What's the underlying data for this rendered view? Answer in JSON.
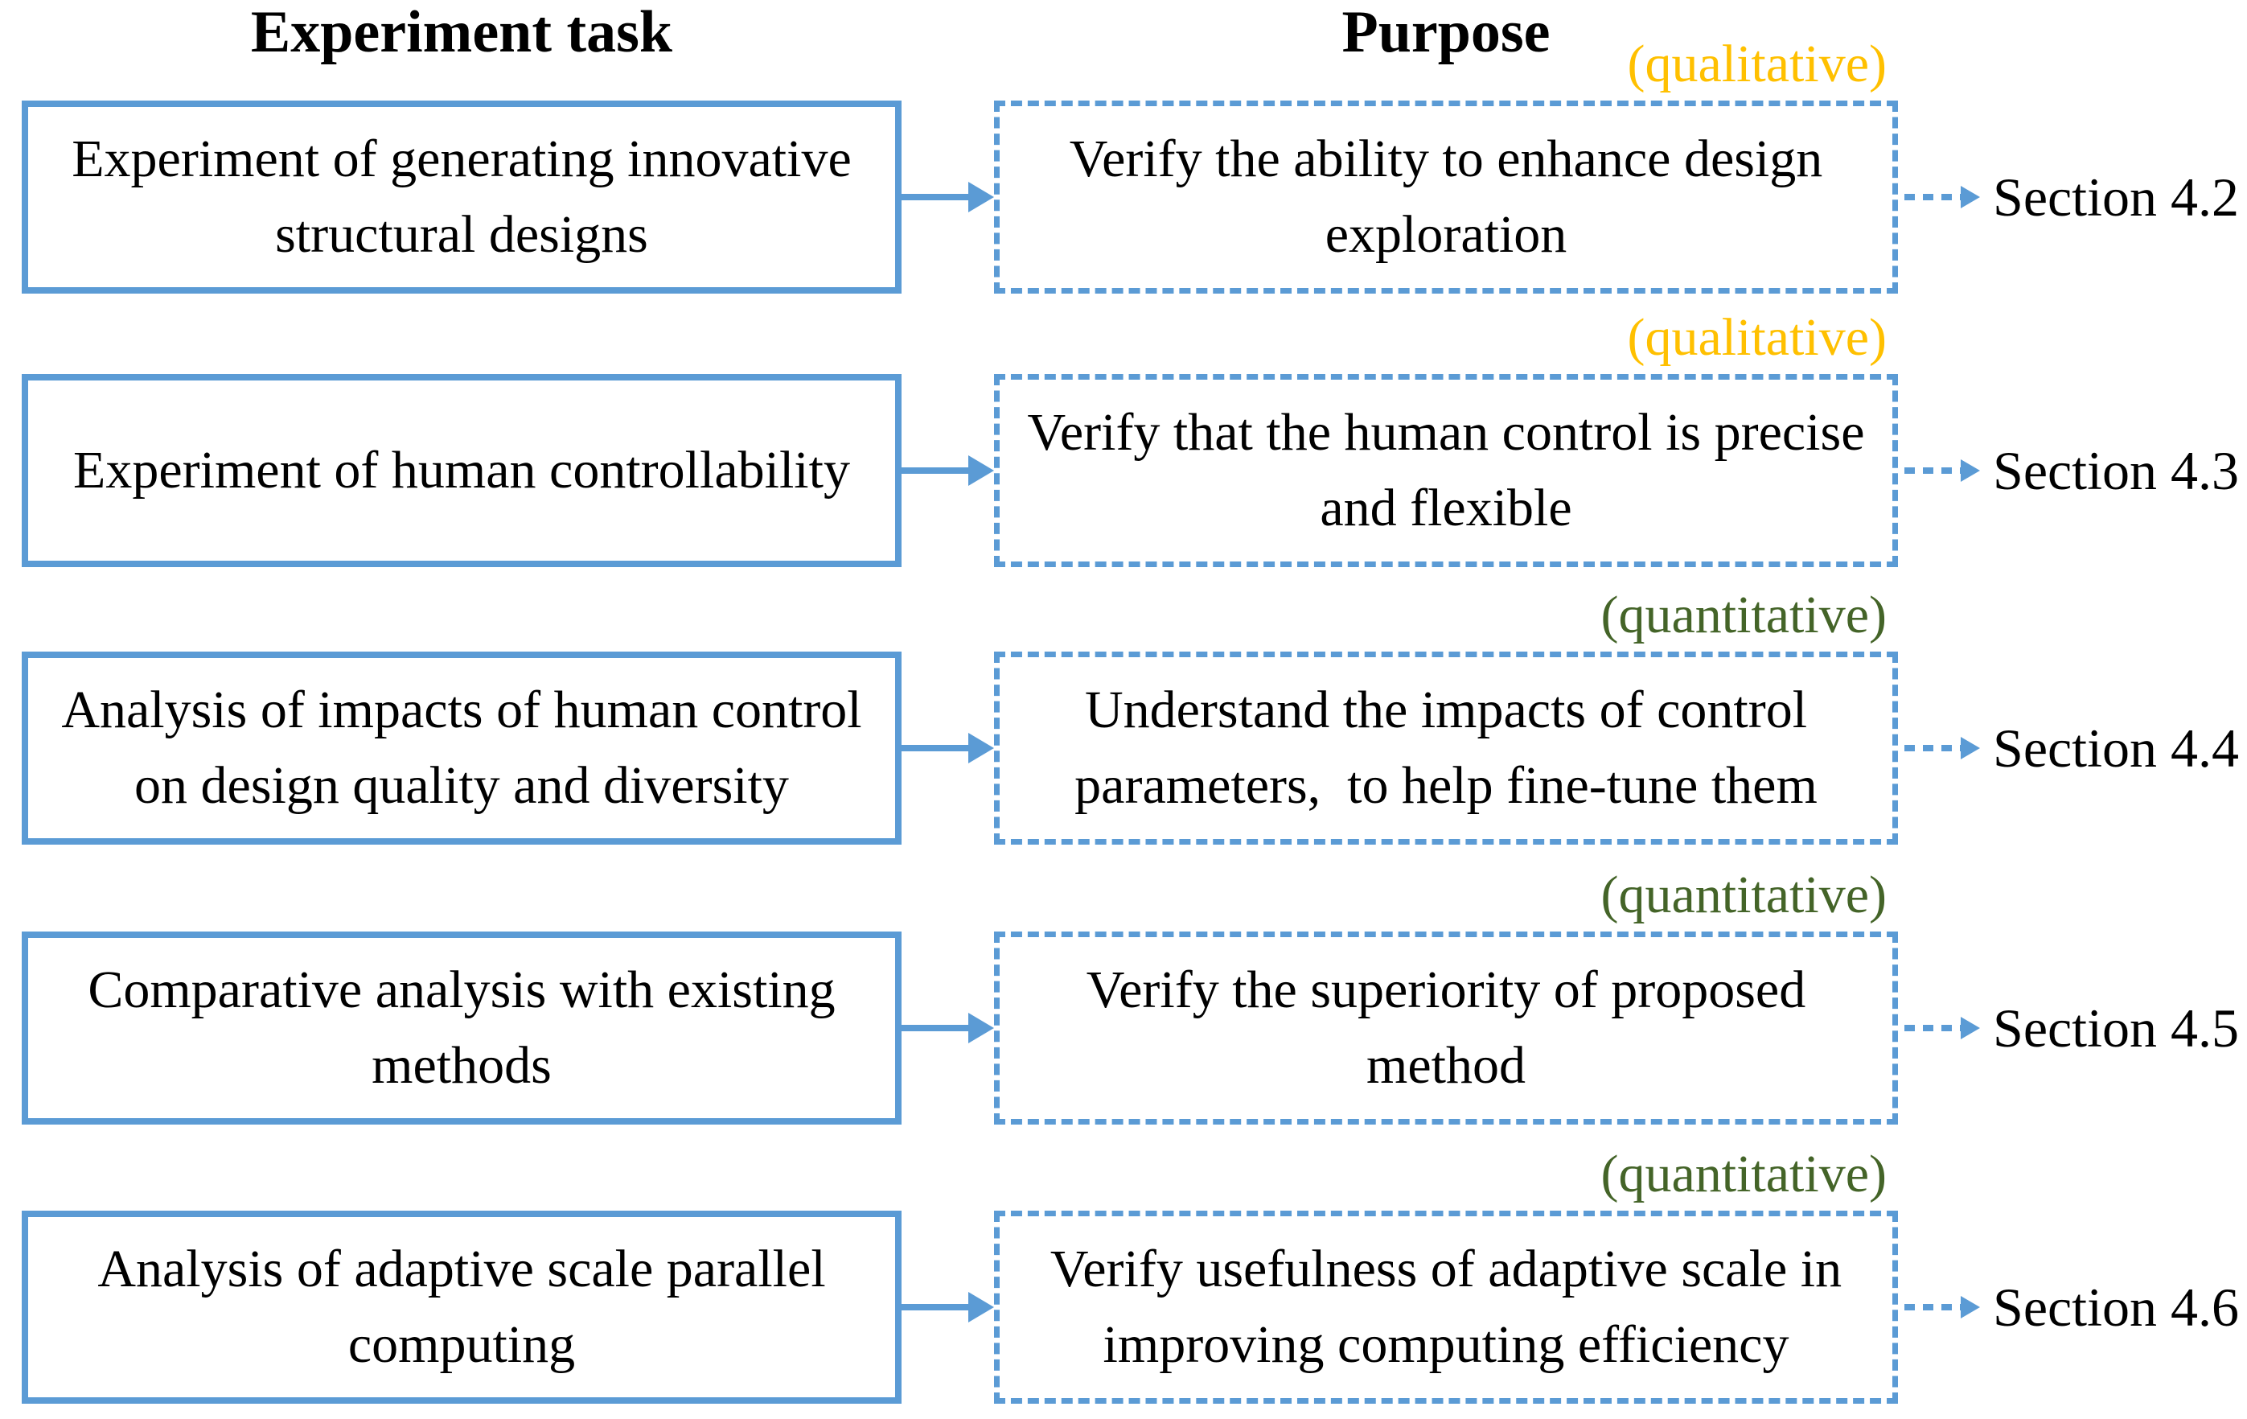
{
  "headers": {
    "task": "Experiment task",
    "purpose": "Purpose"
  },
  "colors": {
    "blue": "#5B9BD5",
    "qualitative": "#FFC000",
    "quantitative": "#446428"
  },
  "rows": [
    {
      "task": "Experiment of generating innovative structural designs",
      "type": "(qualitative)",
      "purpose": "Verify the ability to enhance design exploration",
      "section": "Section 4.2"
    },
    {
      "task": "Experiment of human controllability",
      "type": "(qualitative)",
      "purpose": "Verify that the human control is precise and flexible",
      "section": "Section 4.3"
    },
    {
      "task": "Analysis of impacts of human control on design quality and diversity",
      "type": "(quantitative)",
      "purpose": "Understand the impacts of control parameters,  to help fine-tune them",
      "section": "Section 4.4"
    },
    {
      "task": "Comparative analysis with existing methods",
      "type": "(quantitative)",
      "purpose": "Verify the superiority of proposed method",
      "section": "Section 4.5"
    },
    {
      "task": "Analysis of adaptive scale parallel computing",
      "type": "(quantitative)",
      "purpose": "Verify usefulness of adaptive scale in improving computing efficiency",
      "section": "Section 4.6"
    }
  ]
}
